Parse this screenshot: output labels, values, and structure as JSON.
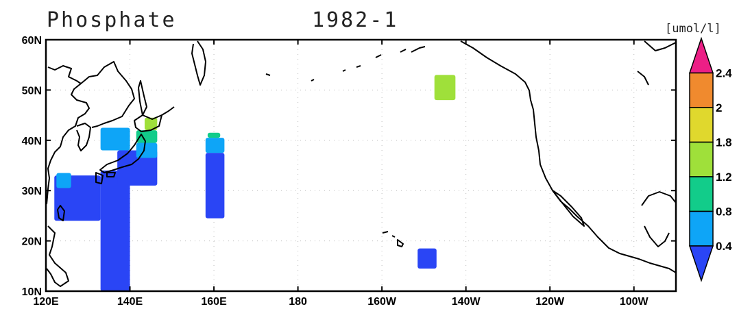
{
  "map": {
    "variable": "Phosphate",
    "date": "1982-1",
    "units": "[umol/l]",
    "projection": "cylindrical",
    "extent": {
      "lon": [
        120,
        270
      ],
      "lat": [
        10,
        60
      ]
    },
    "lon_ticks": [
      {
        "lon": 120,
        "label": "120E"
      },
      {
        "lon": 140,
        "label": "140E"
      },
      {
        "lon": 160,
        "label": "160E"
      },
      {
        "lon": 180,
        "label": "180"
      },
      {
        "lon": 200,
        "label": "160W"
      },
      {
        "lon": 220,
        "label": "140W"
      },
      {
        "lon": 240,
        "label": "120W"
      },
      {
        "lon": 260,
        "label": "100W"
      }
    ],
    "lat_ticks": [
      {
        "lat": 10,
        "label": "10N"
      },
      {
        "lat": 20,
        "label": "20N"
      },
      {
        "lat": 30,
        "label": "30N"
      },
      {
        "lat": 40,
        "label": "40N"
      },
      {
        "lat": 50,
        "label": "50N"
      },
      {
        "lat": 60,
        "label": "60N"
      }
    ],
    "grid": "dotted",
    "colorbar": {
      "placement": "right",
      "levels": [
        "0.4",
        "0.8",
        "1.2",
        "1.8",
        "2",
        "2.4"
      ],
      "colors": [
        "#2a45f5",
        "#0ea5f7",
        "#12cc8a",
        "#9fe03a",
        "#e0d82d",
        "#f08a2e",
        "#ec1f86"
      ]
    },
    "data_patches": [
      {
        "name": "kuroshio-south",
        "color_index": 0,
        "lon": [
          133,
          140
        ],
        "lat": [
          10,
          34
        ]
      },
      {
        "name": "east-china-sea",
        "color_index": 0,
        "lon": [
          122,
          133
        ],
        "lat": [
          24,
          33
        ]
      },
      {
        "name": "honshu-pacific",
        "color_index": 0,
        "lon": [
          137,
          146.5
        ],
        "lat": [
          31,
          38
        ]
      },
      {
        "name": "japan-sea",
        "color_index": 1,
        "lon": [
          133,
          140
        ],
        "lat": [
          38,
          42.5
        ]
      },
      {
        "name": "yellow-sea-south",
        "color_index": 1,
        "lon": [
          122.5,
          126
        ],
        "lat": [
          30.5,
          33.5
        ]
      },
      {
        "name": "sanriku",
        "color_index": 1,
        "lon": [
          141.5,
          146.5
        ],
        "lat": [
          36.5,
          39.5
        ]
      },
      {
        "name": "hokkaido-east",
        "color_index": 2,
        "lon": [
          141.5,
          146.5
        ],
        "lat": [
          39.5,
          42
        ]
      },
      {
        "name": "kuril",
        "color_index": 3,
        "lon": [
          143.5,
          146.5
        ],
        "lat": [
          42,
          44.5
        ]
      },
      {
        "name": "line-160e-low",
        "color_index": 0,
        "lon": [
          158,
          162.5
        ],
        "lat": [
          24.5,
          37.5
        ]
      },
      {
        "name": "line-160e-mid",
        "color_index": 1,
        "lon": [
          158,
          162.5
        ],
        "lat": [
          37.5,
          40.5
        ]
      },
      {
        "name": "line-160e-top",
        "color_index": 2,
        "lon": [
          158.5,
          161.5
        ],
        "lat": [
          40.5,
          41.5
        ]
      },
      {
        "name": "gulf-of-alaska",
        "color_index": 3,
        "lon": [
          212.5,
          217.5
        ],
        "lat": [
          48,
          53
        ]
      },
      {
        "name": "hawaii-southeast",
        "color_index": 0,
        "lon": [
          208.5,
          213
        ],
        "lat": [
          14.5,
          18.5
        ]
      }
    ]
  }
}
